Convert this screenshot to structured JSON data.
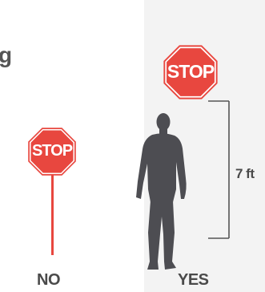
{
  "corner_fragment": "g",
  "left_example": {
    "sign_text": "STOP",
    "caption": "NO"
  },
  "right_example": {
    "sign_text": "STOP",
    "caption": "YES",
    "height_label": "7 ft"
  },
  "colors": {
    "sign_red": "#e8473f",
    "sign_border": "#ffffff",
    "silhouette": "#4d4d52",
    "caption_text": "#4a4a4a",
    "panel_background": "#f3f3f3"
  }
}
